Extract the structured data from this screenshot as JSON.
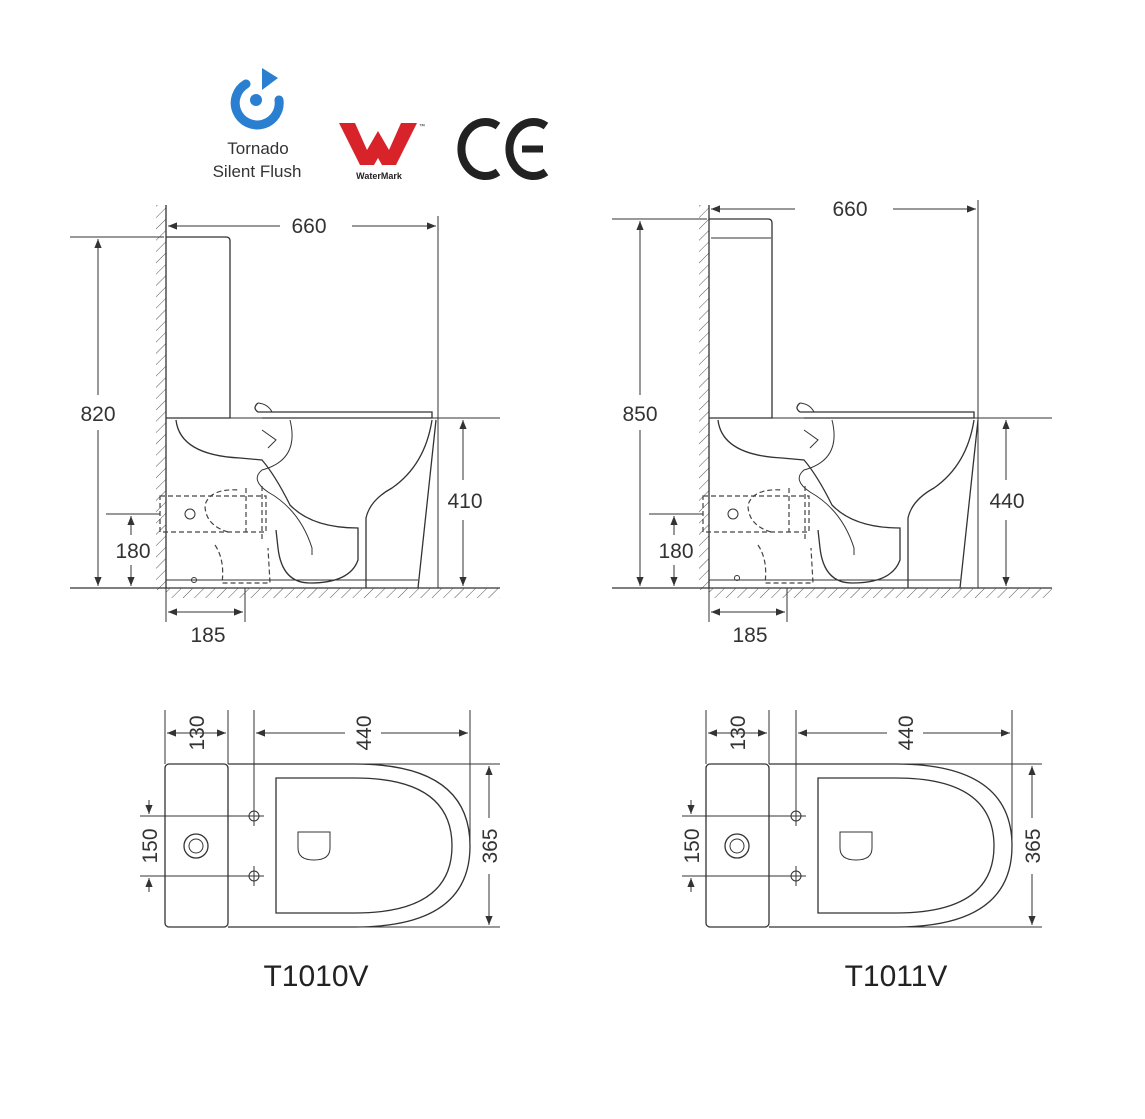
{
  "logos": {
    "tornado": {
      "line1": "Tornado",
      "line2": "Silent Flush",
      "icon": "tornado-flush-icon",
      "color": "#2a7fd1"
    },
    "watermark": {
      "text": "WaterMark",
      "tm": "™",
      "color": "#d8232a"
    },
    "ce": {
      "text": "CE"
    }
  },
  "side_views": [
    {
      "width": "660",
      "height": "820",
      "seat_height": "410",
      "outlet_height": "180",
      "outlet_offset": "185"
    },
    {
      "width": "660",
      "height": "850",
      "seat_height": "440",
      "outlet_height": "180",
      "outlet_offset": "185"
    }
  ],
  "top_views": [
    {
      "tank_depth": "130",
      "bowl_length": "440",
      "fixing_spacing": "150",
      "width": "365",
      "model": "T1010V"
    },
    {
      "tank_depth": "130",
      "bowl_length": "440",
      "fixing_spacing": "150",
      "width": "365",
      "model": "T1011V"
    }
  ]
}
